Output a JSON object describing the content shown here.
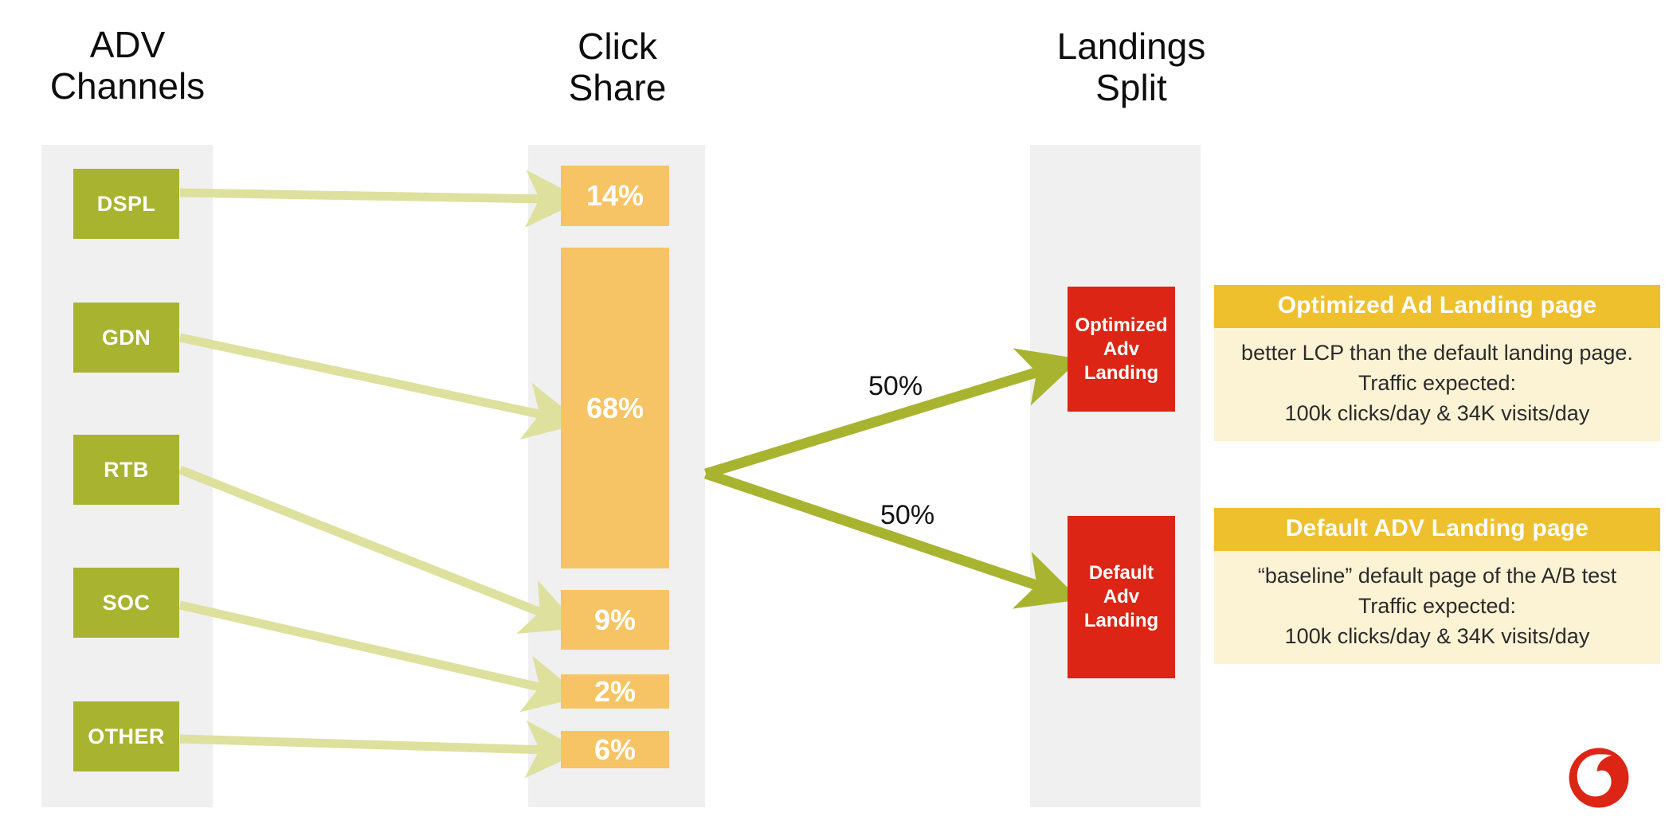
{
  "columns": {
    "adv": {
      "title": "ADV\nChannels"
    },
    "click": {
      "title": "Click\nShare"
    },
    "landings": {
      "title": "Landings\nSplit"
    }
  },
  "adv_channels": [
    {
      "label": "DSPL"
    },
    {
      "label": "GDN"
    },
    {
      "label": "RTB"
    },
    {
      "label": "SOC"
    },
    {
      "label": "OTHER"
    }
  ],
  "click_share": [
    {
      "label": "14%",
      "value": 14
    },
    {
      "label": "68%",
      "value": 68
    },
    {
      "label": "9%",
      "value": 9
    },
    {
      "label": "2%",
      "value": 2
    },
    {
      "label": "6%",
      "value": 6
    }
  ],
  "landings": [
    {
      "label": "Optimized\nAdv\nLanding",
      "split": "50%"
    },
    {
      "label": "Default\nAdv\nLanding",
      "split": "50%"
    }
  ],
  "info_cards": [
    {
      "title": "Optimized Ad Landing page",
      "line1": "better LCP than the default landing page.",
      "line2": "Traffic expected:",
      "line3": "100k clicks/day  & 34K visits/day"
    },
    {
      "title": "Default ADV Landing page",
      "line1": "“baseline” default page of the A/B test",
      "line2": "Traffic expected:",
      "line3": "100k clicks/day  & 34K visits/day"
    }
  ],
  "logo": {
    "name": "vodafone-logo"
  },
  "chart_data": {
    "type": "bar",
    "title": "ADV Channels → Click Share → Landings Split",
    "categories": [
      "DSPL",
      "GDN",
      "RTB",
      "SOC",
      "OTHER"
    ],
    "values": [
      14,
      68,
      9,
      2,
      6
    ],
    "xlabel": "ADV Channels",
    "ylabel": "Click Share",
    "ylim": [
      0,
      100
    ],
    "legend": [],
    "grid": false,
    "annotations": [
      "50%",
      "50%"
    ],
    "mapping": [
      {
        "from": "DSPL",
        "to": "14%"
      },
      {
        "from": "GDN",
        "to": "68%"
      },
      {
        "from": "RTB",
        "to": "9%"
      },
      {
        "from": "SOC",
        "to": "2%"
      },
      {
        "from": "OTHER",
        "to": "6%"
      }
    ],
    "landing_split": [
      {
        "name": "Optimized Adv Landing",
        "value": 50
      },
      {
        "name": "Default Adv Landing",
        "value": 50
      }
    ]
  },
  "colors": {
    "channel_green": "#a8b430",
    "share_orange": "#f6c464",
    "landing_red": "#dd2515",
    "card_header": "#efc02e",
    "card_body": "#fbf3d4",
    "panel_grey": "#f0f0f0",
    "arrow_light": "#dde19d",
    "arrow_bold": "#a8b430",
    "logo_red": "#dd2515"
  }
}
